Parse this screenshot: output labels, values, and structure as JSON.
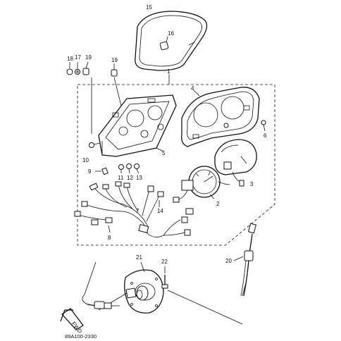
{
  "diagram": {
    "callouts": {
      "p1": "1",
      "p2": "2",
      "p3": "3",
      "p4": "4",
      "p5": "5",
      "p6": "6",
      "p7": "7",
      "p8": "8",
      "p9": "9",
      "p10": "10",
      "p11": "11",
      "p12": "12",
      "p13": "13",
      "p14": "14",
      "p15": "15",
      "p16": "16",
      "p17": "17",
      "p18": "18",
      "p19a": "19",
      "p19b": "19",
      "p20": "20",
      "p21": "21",
      "p22": "22"
    },
    "fwd_label": "FWD",
    "drawing_code": "89A100-2330"
  }
}
